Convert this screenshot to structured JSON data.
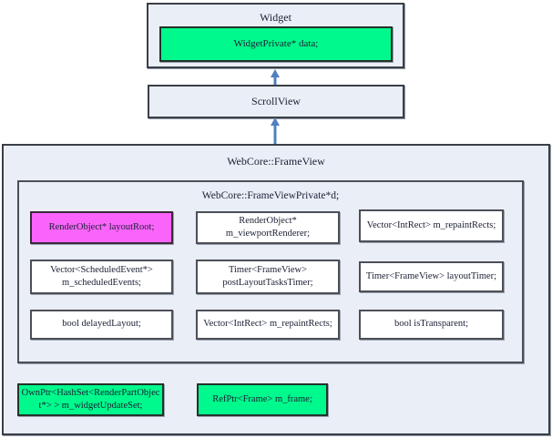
{
  "colors": {
    "container_fill": "#e9eef7",
    "cell_fill": "#ffffff",
    "highlight_green": "#00f98c",
    "highlight_magenta": "#fb64fb",
    "border_dark": "#3b3f47",
    "arrow_blue": "#4f81bd",
    "text": "#1b1f33"
  },
  "widget_box": {
    "title": "Widget",
    "field": "WidgetPrivate* data;"
  },
  "scrollview_box": {
    "title": "ScrollView"
  },
  "frameview_box": {
    "title": "WebCore::FrameView",
    "private_box": {
      "title": "WebCore::FrameViewPrivate*d;",
      "cells": [
        {
          "label": "RenderObject* layoutRoot;",
          "highlight": true
        },
        {
          "label": "RenderObject* m_viewportRenderer;",
          "highlight": false
        },
        {
          "label": "Vector<IntRect> m_repaintRects;",
          "highlight": false
        },
        {
          "label": "Vector<ScheduledEvent*> m_scheduledEvents;",
          "highlight": false
        },
        {
          "label": "Timer<FrameView> postLayoutTasksTimer;",
          "highlight": false
        },
        {
          "label": "Timer<FrameView> layoutTimer;",
          "highlight": false
        },
        {
          "label": "bool delayedLayout;",
          "highlight": false
        },
        {
          "label": "Vector<IntRect> m_repaintRects;",
          "highlight": false
        },
        {
          "label": "bool isTransparent;",
          "highlight": false
        }
      ]
    },
    "members": [
      {
        "label": "OwnPtr<HashSet<RenderPartObject*> > m_widgetUpdateSet;"
      },
      {
        "label": "RefPtr<Frame> m_frame;"
      }
    ]
  }
}
